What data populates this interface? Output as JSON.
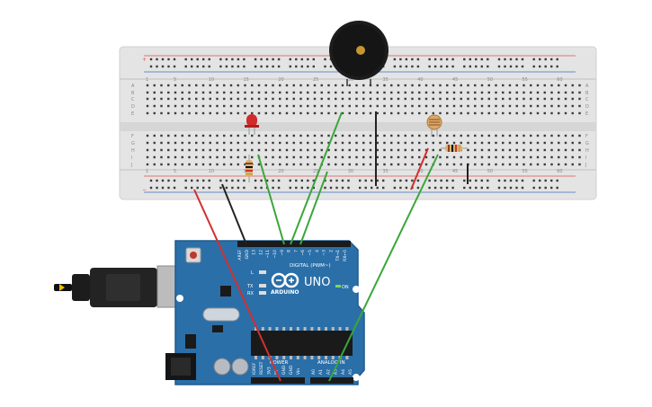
{
  "breadboard": {
    "column_numbers_top": [
      "1",
      "5",
      "10",
      "15",
      "20",
      "25",
      "30",
      "35",
      "40",
      "45",
      "50",
      "55",
      "60"
    ],
    "column_numbers_bottom": [
      "1",
      "5",
      "10",
      "15",
      "20",
      "25",
      "30",
      "35",
      "40",
      "45",
      "50",
      "55",
      "60"
    ],
    "row_letters_left_top": [
      "A",
      "B",
      "C",
      "D",
      "E"
    ],
    "row_letters_left_bottom": [
      "F",
      "G",
      "H",
      "I",
      "J"
    ],
    "rail_plus": "+",
    "rail_minus": "−",
    "colors": {
      "board": "#e6e6e6",
      "hole": "#3a3a3a",
      "rail_red": "#d9534f",
      "rail_blue": "#3a6fc4"
    }
  },
  "components": {
    "buzzer": {
      "name": "piezo-buzzer"
    },
    "led": {
      "name": "red-led",
      "color": "#d22b2b"
    },
    "photoresistor": {
      "name": "photoresistor"
    },
    "resistors": [
      "resistor-led",
      "resistor-ldr"
    ]
  },
  "arduino": {
    "brand": "ARDUINO",
    "model": "UNO",
    "on_label": "ON",
    "led_labels": [
      "L",
      "TX",
      "RX"
    ],
    "digital_label": "DIGITAL (PWM~)",
    "power_label": "POWER",
    "analog_label": "ANALOG IN",
    "digital_pins": [
      "AREF",
      "GND",
      "13",
      "12",
      "~11",
      "~10",
      "~9",
      "8",
      "7",
      "~6",
      "~5",
      "4",
      "~3",
      "2",
      "TX→1",
      "RX←0"
    ],
    "power_pins": [
      "IOREF",
      "RESET",
      "3V3",
      "5V",
      "GND",
      "GND",
      "Vin"
    ],
    "analog_pins": [
      "A0",
      "A1",
      "A2",
      "A3",
      "A4",
      "A5"
    ],
    "colors": {
      "board": "#2b6fa8",
      "board_dark": "#1e5a8f",
      "header": "#1b1b1b"
    }
  },
  "wires": {
    "colors": {
      "red": "#d32f2f",
      "black": "#222222",
      "green": "#3aa63a"
    }
  }
}
